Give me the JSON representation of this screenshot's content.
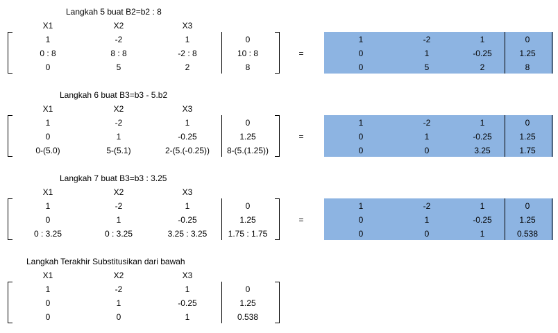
{
  "sections": [
    {
      "title": "Langkah 5 buat B2=b2 : 8",
      "headers": [
        "X1",
        "X2",
        "X3"
      ],
      "rows": [
        [
          "1",
          "-2",
          "1",
          "0"
        ],
        [
          "0 : 8",
          "8 : 8",
          "-2 : 8",
          "10 : 8"
        ],
        [
          "0",
          "5",
          "2",
          "8"
        ]
      ],
      "equals": "=",
      "result": [
        [
          "1",
          "-2",
          "1",
          "0"
        ],
        [
          "0",
          "1",
          "-0.25",
          "1.25"
        ],
        [
          "0",
          "5",
          "2",
          "8"
        ]
      ]
    },
    {
      "title": "Langkah 6 buat B3=b3 - 5.b2",
      "headers": [
        "X1",
        "X2",
        "X3"
      ],
      "rows": [
        [
          "1",
          "-2",
          "1",
          "0"
        ],
        [
          "0",
          "1",
          "-0.25",
          "1.25"
        ],
        [
          "0-(5.0)",
          "5-(5.1)",
          "2-(5.(-0.25))",
          "8-(5.(1.25))"
        ]
      ],
      "equals": "=",
      "result": [
        [
          "1",
          "-2",
          "1",
          "0"
        ],
        [
          "0",
          "1",
          "-0.25",
          "1.25"
        ],
        [
          "0",
          "0",
          "3.25",
          "1.75"
        ]
      ]
    },
    {
      "title": "Langkah 7 buat B3=b3 : 3.25",
      "headers": [
        "X1",
        "X2",
        "X3"
      ],
      "rows": [
        [
          "1",
          "-2",
          "1",
          "0"
        ],
        [
          "0",
          "1",
          "-0.25",
          "1.25"
        ],
        [
          "0 : 3.25",
          "0 : 3.25",
          "3.25 : 3.25",
          "1.75 : 1.75"
        ]
      ],
      "equals": "=",
      "result": [
        [
          "1",
          "-2",
          "1",
          "0"
        ],
        [
          "0",
          "1",
          "-0.25",
          "1.25"
        ],
        [
          "0",
          "0",
          "1",
          "0.538"
        ]
      ]
    },
    {
      "title": "Langkah Terakhir Substitusikan dari bawah",
      "headers": [
        "X1",
        "X2",
        "X3"
      ],
      "rows": [
        [
          "1",
          "-2",
          "1",
          "0"
        ],
        [
          "0",
          "1",
          "-0.25",
          "1.25"
        ],
        [
          "0",
          "0",
          "1",
          "0.538"
        ]
      ]
    }
  ]
}
